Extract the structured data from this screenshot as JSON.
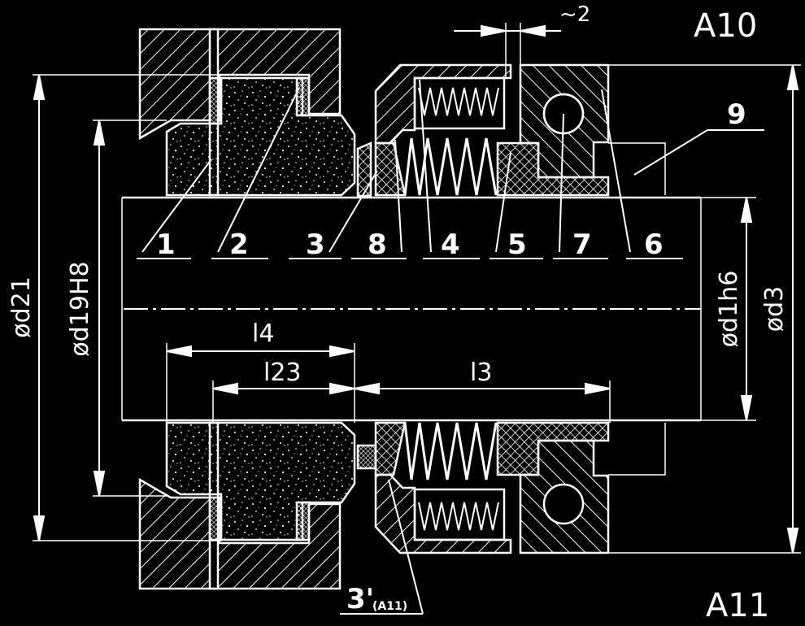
{
  "labels": {
    "variant_top": "A10",
    "variant_bottom": "A11",
    "gap": "~2",
    "d21": "ød21",
    "d19": "ød19H8",
    "d1": "ød1h6",
    "d3": "ød3",
    "l4": "l4",
    "l23": "l23",
    "l3": "l3"
  },
  "part_numbers": {
    "p1": "1",
    "p2": "2",
    "p3": "3",
    "p8": "8",
    "p4": "4",
    "p5": "5",
    "p7": "7",
    "p6": "6",
    "p9": "9",
    "p3a": "3'",
    "p3a_sub": "(A11)"
  },
  "colors": {
    "background": "#000000",
    "line": "#ffffff"
  }
}
